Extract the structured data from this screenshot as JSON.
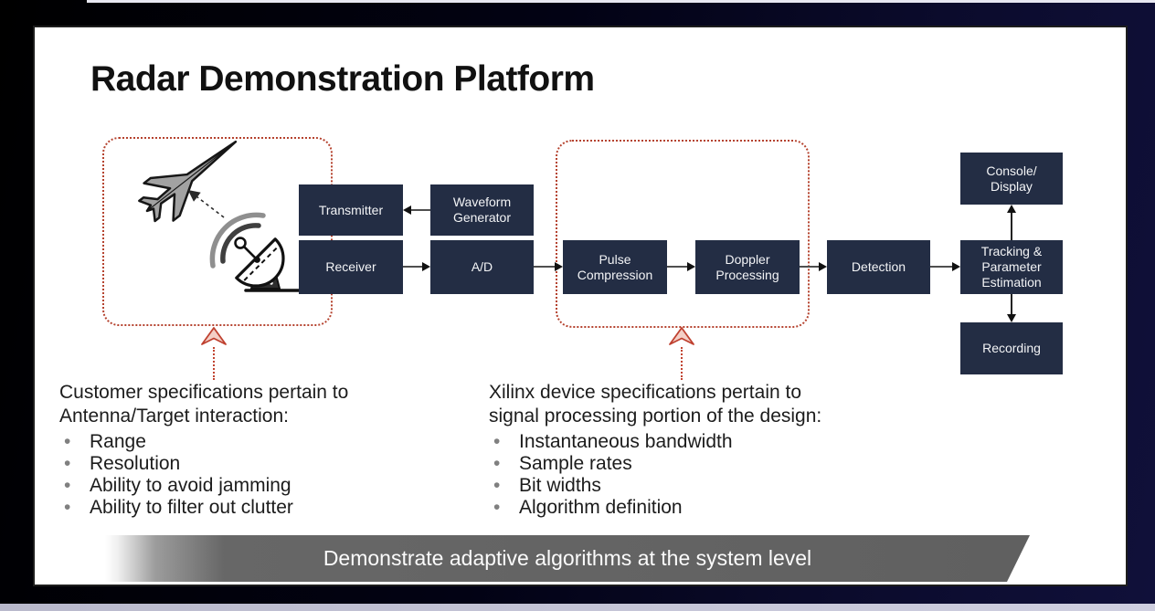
{
  "title": "Radar Demonstration Platform",
  "blocks": [
    {
      "id": "transmitter",
      "label": "Transmitter"
    },
    {
      "id": "waveform-generator",
      "label": "Waveform\nGenerator"
    },
    {
      "id": "receiver",
      "label": "Receiver"
    },
    {
      "id": "a-d-converter",
      "label": "A/D"
    },
    {
      "id": "pulse-compression",
      "label": "Pulse\nCompression"
    },
    {
      "id": "doppler-processing",
      "label": "Doppler\nProcessing"
    },
    {
      "id": "detection",
      "label": "Detection"
    },
    {
      "id": "tracking-parameter-estimation",
      "label": "Tracking &\nParameter\nEstimation"
    },
    {
      "id": "console-display",
      "label": "Console/\nDisplay"
    },
    {
      "id": "recording",
      "label": "Recording"
    }
  ],
  "annotations": {
    "customer": {
      "heading": "Customer specifications pertain to\nAntenna/Target interaction:",
      "bullets": [
        "Range",
        "Resolution",
        "Ability to avoid jamming",
        "Ability to filter out clutter"
      ]
    },
    "xilinx": {
      "heading": "Xilinx device specifications pertain to\nsignal processing portion of the design:",
      "bullets": [
        "Instantaneous bandwidth",
        "Sample rates",
        "Bit widths",
        "Algorithm definition"
      ]
    }
  },
  "banner": {
    "text": "Demonstrate adaptive algorithms at the system level"
  },
  "icons": [
    "aircraft-icon",
    "radar-dish-icon",
    "radar-signal-arcs-icon",
    "callout-arrow-icon"
  ],
  "colors": {
    "block_navy": "#232d44",
    "accent_red": "#b5432f",
    "callout_fill": "#f4cfc6",
    "banner_gray": "#606060",
    "frame_navy": "#0b0b2c",
    "slide_white": "#ffffff"
  }
}
